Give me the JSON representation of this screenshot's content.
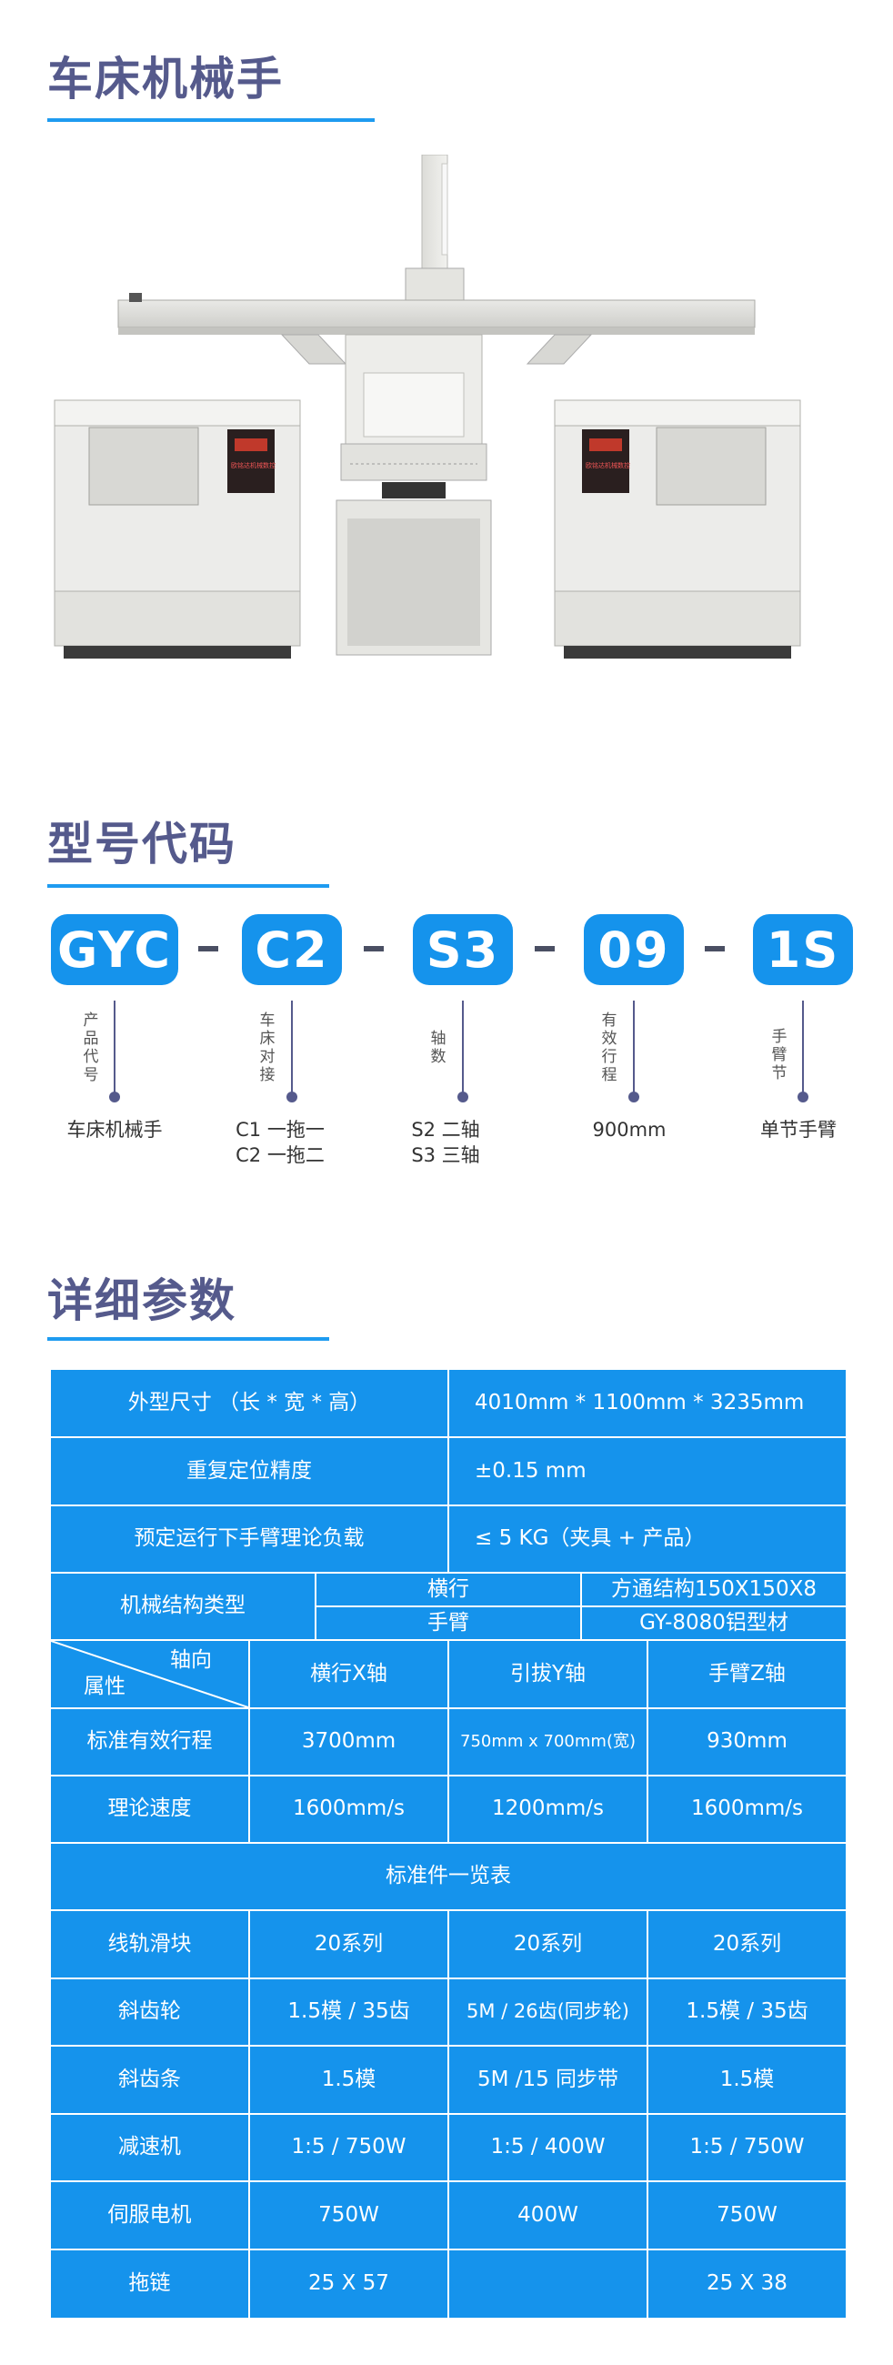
{
  "sections": {
    "title1": "车床机械手",
    "title2": "型号代码",
    "title3": "详细参数"
  },
  "panel_text": {
    "left": "欧铭达机械数控",
    "right": "欧铭达机械数控"
  },
  "model_code": {
    "parts": [
      {
        "code": "GYC",
        "label": "产品代号",
        "desc": "车床机械手"
      },
      {
        "code": "C2",
        "label": "车床对接",
        "desc": "C1 一拖一\nC2 一拖二"
      },
      {
        "code": "S3",
        "label": "轴数",
        "desc": "S2 二轴\nS3 三轴"
      },
      {
        "code": "09",
        "label": "有效行程",
        "desc": "900mm"
      },
      {
        "code": "1S",
        "label": "手臂节",
        "desc": "单节手臂"
      }
    ]
  },
  "spec_table": {
    "r1": {
      "label": "外型尺寸 （长 * 宽 * 高）",
      "value": "4010mm * 1100mm * 3235mm"
    },
    "r2": {
      "label": "重复定位精度",
      "value": "±0.15 mm"
    },
    "r3": {
      "label": "预定运行下手臂理论负载",
      "value": "≤ 5 KG（夹具 + 产品）"
    },
    "r4": {
      "label": "机械结构类型",
      "sub1": "横行",
      "sub2": "手臂",
      "val1": "方通结构150X150X8",
      "val2": "GY-8080铝型材"
    },
    "header": {
      "axis": "轴向",
      "attr": "属性",
      "c1": "横行X轴",
      "c2": "引拔Y轴",
      "c3": "手臂Z轴"
    },
    "rows": [
      {
        "label": "标准有效行程",
        "c1": "3700mm",
        "c2": "750mm x 700mm(宽)",
        "c3": "930mm"
      },
      {
        "label": "理论速度",
        "c1": "1600mm/s",
        "c2": "1200mm/s",
        "c3": "1600mm/s"
      }
    ],
    "std_title": "标准件一览表",
    "std_rows": [
      {
        "label": "线轨滑块",
        "c1": "20系列",
        "c2": "20系列",
        "c3": "20系列"
      },
      {
        "label": "斜齿轮",
        "c1": "1.5模 / 35齿",
        "c2": "5M / 26齿(同步轮)",
        "c3": "1.5模 / 35齿"
      },
      {
        "label": "斜齿条",
        "c1": "1.5模",
        "c2": "5M /15 同步带",
        "c3": "1.5模"
      },
      {
        "label": "减速机",
        "c1": "1:5 / 750W",
        "c2": "1:5 / 400W",
        "c3": "1:5 / 750W"
      },
      {
        "label": "伺服电机",
        "c1": "750W",
        "c2": "400W",
        "c3": "750W"
      },
      {
        "label": "拖链",
        "c1": "25 X 57",
        "c2": "",
        "c3": "25 X 38"
      }
    ]
  },
  "colors": {
    "accent": "#1593ec",
    "title": "#555a8c"
  }
}
